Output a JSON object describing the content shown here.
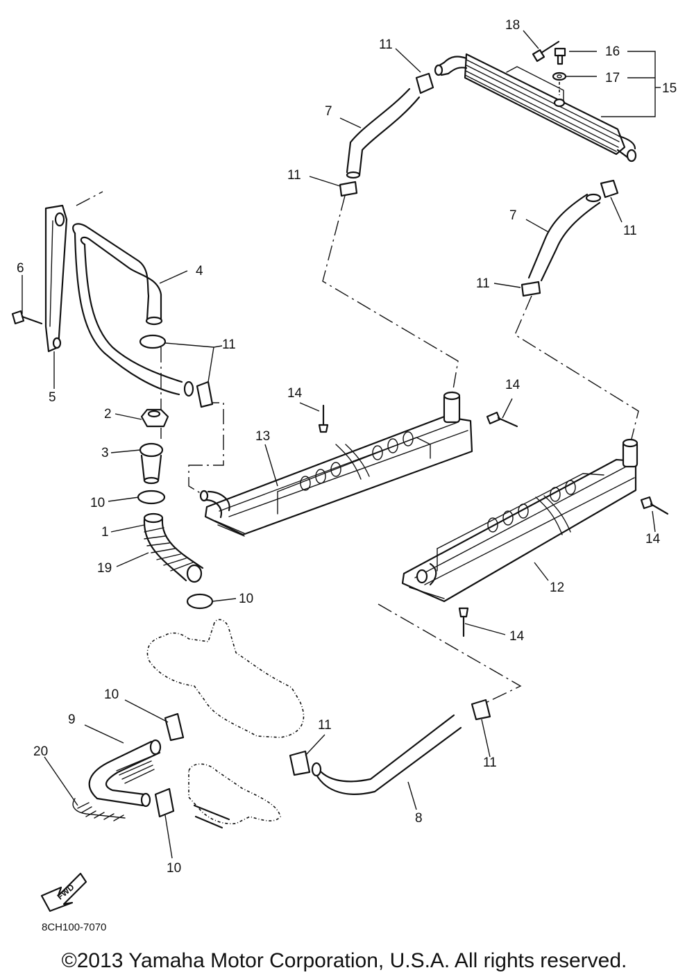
{
  "callouts": {
    "c1": "1",
    "c2": "2",
    "c3": "3",
    "c4": "4",
    "c5": "5",
    "c6": "6",
    "c7a": "7",
    "c7b": "7",
    "c8": "8",
    "c9": "9",
    "c10a": "10",
    "c10b": "10",
    "c10c": "10",
    "c10d": "10",
    "c11a": "11",
    "c11b": "11",
    "c11c": "11",
    "c11d": "11",
    "c11e": "11",
    "c11f": "11",
    "c11g": "11",
    "c12": "12",
    "c13": "13",
    "c14a": "14",
    "c14b": "14",
    "c14c": "14",
    "c14d": "14",
    "c15": "15",
    "c16": "16",
    "c17": "17",
    "c18": "18",
    "c19": "19",
    "c20": "20"
  },
  "direction_arrow": {
    "text": "FWD"
  },
  "drawing_code": "8CH100-7070",
  "copyright": "©2013 Yamaha Motor Corporation, U.S.A. All rights reserved.",
  "colors": {
    "ink": "#111111",
    "paper": "#ffffff"
  }
}
